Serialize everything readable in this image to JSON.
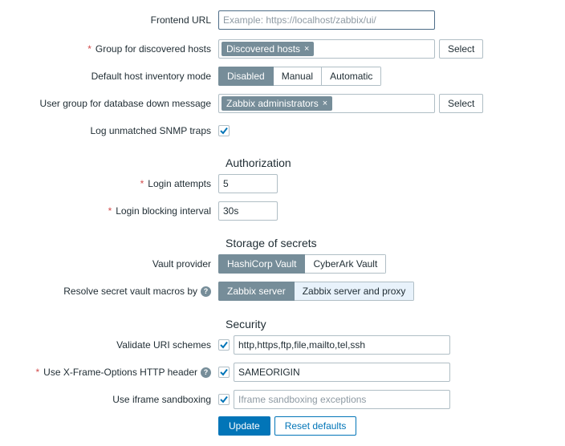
{
  "colors": {
    "accent": "#0275b8",
    "chip_bg": "#768d99",
    "selected_bg": "#768d99",
    "hover_bg": "#e8f2fb",
    "required_asterisk": "#d24b4b",
    "border": "#b0bec5",
    "text": "#1f2c33",
    "placeholder": "#8e9aa3"
  },
  "general": {
    "frontend_url": {
      "label": "Frontend URL",
      "required": false,
      "value": "",
      "placeholder": "Example: https://localhost/zabbix/ui/",
      "focused": true
    },
    "group_for_discovered_hosts": {
      "label": "Group for discovered hosts",
      "required": true,
      "chips": [
        "Discovered hosts"
      ],
      "remove_glyph": "×",
      "select_button": "Select"
    },
    "default_host_inventory_mode": {
      "label": "Default host inventory mode",
      "required": false,
      "options": [
        "Disabled",
        "Manual",
        "Automatic"
      ],
      "selected": "Disabled"
    },
    "user_group_for_db_down": {
      "label": "User group for database down message",
      "required": false,
      "chips": [
        "Zabbix administrators"
      ],
      "remove_glyph": "×",
      "select_button": "Select"
    },
    "log_unmatched_snmp_traps": {
      "label": "Log unmatched SNMP traps",
      "required": false,
      "checked": true
    }
  },
  "authorization": {
    "heading": "Authorization",
    "login_attempts": {
      "label": "Login attempts",
      "required": true,
      "value": "5"
    },
    "login_blocking_interval": {
      "label": "Login blocking interval",
      "required": true,
      "value": "30s"
    }
  },
  "storage_of_secrets": {
    "heading": "Storage of secrets",
    "vault_provider": {
      "label": "Vault provider",
      "required": false,
      "options": [
        "HashiCorp Vault",
        "CyberArk Vault"
      ],
      "selected": "HashiCorp Vault"
    },
    "resolve_secret_vault_macros_by": {
      "label": "Resolve secret vault macros by",
      "required": false,
      "has_help": true,
      "help_glyph": "?",
      "options": [
        "Zabbix server",
        "Zabbix server and proxy"
      ],
      "selected": "Zabbix server",
      "hovered": "Zabbix server and proxy"
    }
  },
  "security": {
    "heading": "Security",
    "validate_uri_schemes": {
      "label": "Validate URI schemes",
      "required": false,
      "checked": true,
      "value": "http,https,ftp,file,mailto,tel,ssh",
      "placeholder": ""
    },
    "x_frame_options": {
      "label": "Use X-Frame-Options HTTP header",
      "required": true,
      "has_help": true,
      "help_glyph": "?",
      "checked": true,
      "value": "SAMEORIGIN",
      "placeholder": ""
    },
    "iframe_sandboxing": {
      "label": "Use iframe sandboxing",
      "required": false,
      "checked": true,
      "value": "",
      "placeholder": "Iframe sandboxing exceptions"
    }
  },
  "footer": {
    "update_label": "Update",
    "reset_label": "Reset defaults"
  }
}
